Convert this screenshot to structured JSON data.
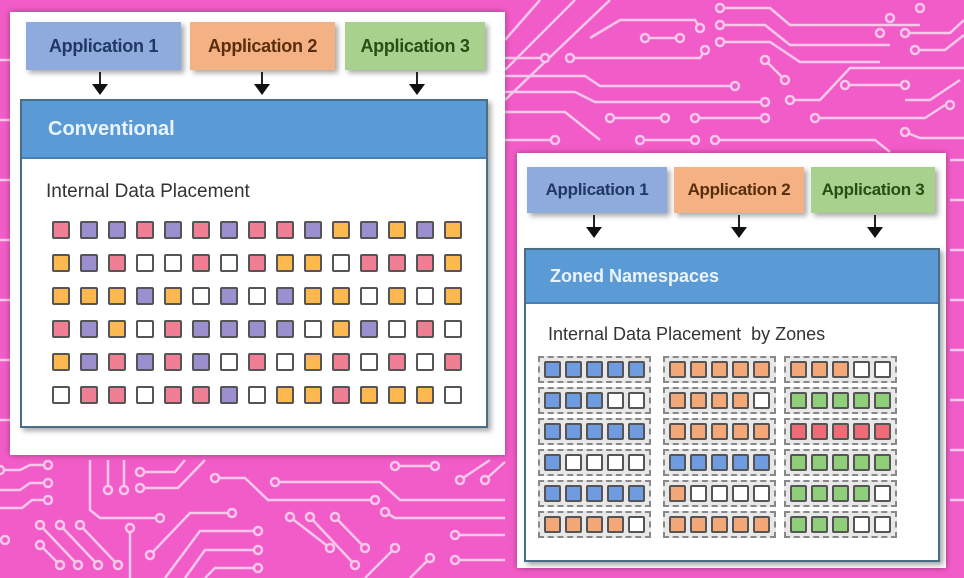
{
  "colors": {
    "background": "#f25cc8",
    "circuit": "#f7c8ea",
    "header_blue": "#5b9bd5",
    "app1": "#8faadc",
    "app2": "#f4b183",
    "app3": "#a9d18e",
    "app1_text": "#1f3864",
    "app2_text": "#5a2d0c",
    "app3_text": "#274e13"
  },
  "cell_colors": {
    "P": "#f07f96",
    "U": "#9b8fd0",
    "O": "#fdb94f",
    "W": "#ffffff",
    "B": "#6f9be0",
    "A": "#f4a878",
    "G": "#8fcf7a",
    "R": "#ef6b78"
  },
  "conventional": {
    "apps": [
      "Application 1",
      "Application 2",
      "Application 3"
    ],
    "title": "Conventional",
    "subtitle": "Internal Data Placement",
    "grid": [
      "PUUPUPUPPUOUOUO",
      "OUPWWPWPOOWPPPO",
      "OOOUOWUWUOOWOWO",
      "PUOWPUUUUWOUWPW",
      "OUPUPUWPWOPWPWP",
      "WPPWPPUWOOPOOOW"
    ]
  },
  "zoned": {
    "apps": [
      "Application 1",
      "Application 2",
      "Application 3"
    ],
    "title": "Zoned Namespaces",
    "subtitle": "Internal Data Placement  by Zones",
    "zones": [
      [
        "BBBBB",
        "AAAAA",
        "AAAWW"
      ],
      [
        "BBBWW",
        "AAAAW",
        "GGGGG"
      ],
      [
        "BBBBB",
        "AAAAA",
        "RRRRR"
      ],
      [
        "BWWWW",
        "BBBBB",
        "GGGGG"
      ],
      [
        "BBBBB",
        "AWWWW",
        "GGGGW"
      ],
      [
        "AAAAW",
        "AAAAA",
        "GGGWW"
      ]
    ]
  }
}
